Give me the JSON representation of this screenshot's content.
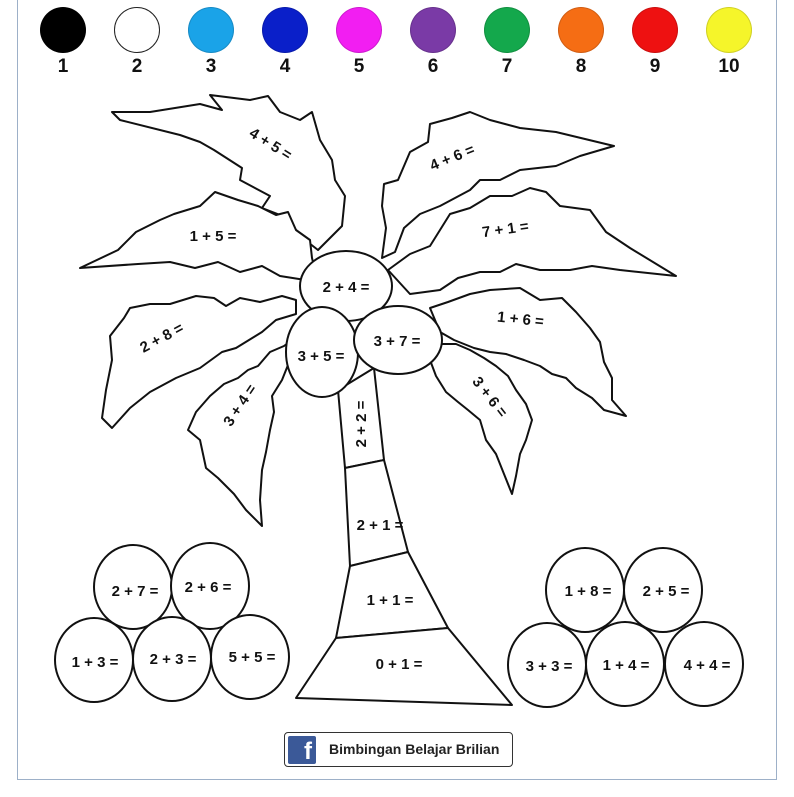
{
  "legend": [
    {
      "number": "1",
      "color": "#000000"
    },
    {
      "number": "2",
      "color": "#ffffff"
    },
    {
      "number": "3",
      "color": "#1aa3e8"
    },
    {
      "number": "4",
      "color": "#0a1fc9"
    },
    {
      "number": "5",
      "color": "#f21ef2"
    },
    {
      "number": "6",
      "color": "#7a3aa6"
    },
    {
      "number": "7",
      "color": "#14a84c"
    },
    {
      "number": "8",
      "color": "#f56d14"
    },
    {
      "number": "9",
      "color": "#ee1111"
    },
    {
      "number": "10",
      "color": "#f5f52a"
    }
  ],
  "leaves": {
    "top_left": "4 + 5 =",
    "top_right": "4 + 6 =",
    "mid_left": "1 + 5 =",
    "mid_right": "7 + 1 =",
    "low_left": "2 + 8 =",
    "low_right": "1 + 6 =",
    "bottom_left": "3 + 4 =",
    "bottom_right": "3 + 6 ="
  },
  "coconuts": {
    "top": "2 + 4 =",
    "left": "3 + 5 =",
    "right": "3 + 7 ="
  },
  "trunk": [
    "2 + 2 =",
    "2 + 1 =",
    "1 + 1 =",
    "0 + 1 ="
  ],
  "left_pile": [
    "2 + 7 =",
    "2 + 6 =",
    "1 + 3 =",
    "2 + 3 =",
    "5 + 5 ="
  ],
  "right_pile": [
    "1 + 8 =",
    "2 + 5 =",
    "3 + 3 =",
    "1 + 4 =",
    "4 + 4 ="
  ],
  "badge": {
    "icon": "facebook-icon",
    "glyph": "f",
    "label": "Bimbingan Belajar Brilian"
  }
}
